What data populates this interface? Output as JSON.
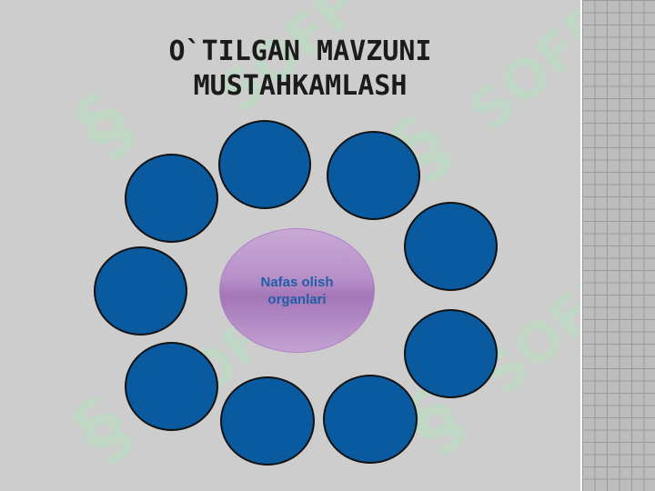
{
  "slide": {
    "title_line1": "O`TILGAN MAVZUNI",
    "title_line2": "MUSTAHKAMLASH",
    "center_text": "Nafas olish\norganlari"
  },
  "colors": {
    "circle_fill": "#0a5aa0",
    "circle_border": "#111111",
    "center_fill": "#b78fc8",
    "center_text": "#1f5fa8",
    "background": "#cdcdcd"
  },
  "watermark": {
    "text": "SOFF",
    "logo_glyph": "§"
  },
  "surrounding_circles": [
    {
      "id": "top-left",
      "label": ""
    },
    {
      "id": "top-right",
      "label": ""
    },
    {
      "id": "upper-left",
      "label": ""
    },
    {
      "id": "right-upper",
      "label": ""
    },
    {
      "id": "left",
      "label": ""
    },
    {
      "id": "right-lower",
      "label": ""
    },
    {
      "id": "lower-left",
      "label": ""
    },
    {
      "id": "bottom-left",
      "label": ""
    },
    {
      "id": "bottom-right",
      "label": ""
    }
  ]
}
